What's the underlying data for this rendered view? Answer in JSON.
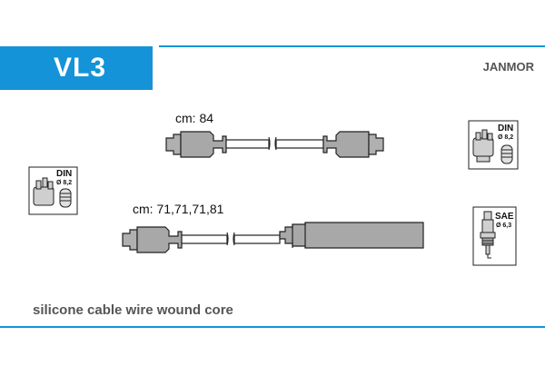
{
  "header": {
    "product_code": "VL3",
    "brand": "JANMOR"
  },
  "cables": [
    {
      "length_label": "cm: 84"
    },
    {
      "length_label": "cm: 71,71,71,81"
    }
  ],
  "connectors": {
    "distributor_left": {
      "standard": "DIN",
      "diameter": "Ø 8,2"
    },
    "coil_right": {
      "standard": "DIN",
      "diameter": "Ø 8,2"
    },
    "spark_plug": {
      "standard": "SAE",
      "diameter": "Ø 6,3"
    }
  },
  "footer": {
    "description": "silicone cable wire wound core"
  },
  "colors": {
    "accent": "#1493d8",
    "text_gray": "#555555",
    "boot_fill": "#a0a0a0",
    "boot_dark": "#888888"
  },
  "icons": [
    "distributor-cap-icon",
    "ignition-coil-icon",
    "spark-plug-icon"
  ]
}
